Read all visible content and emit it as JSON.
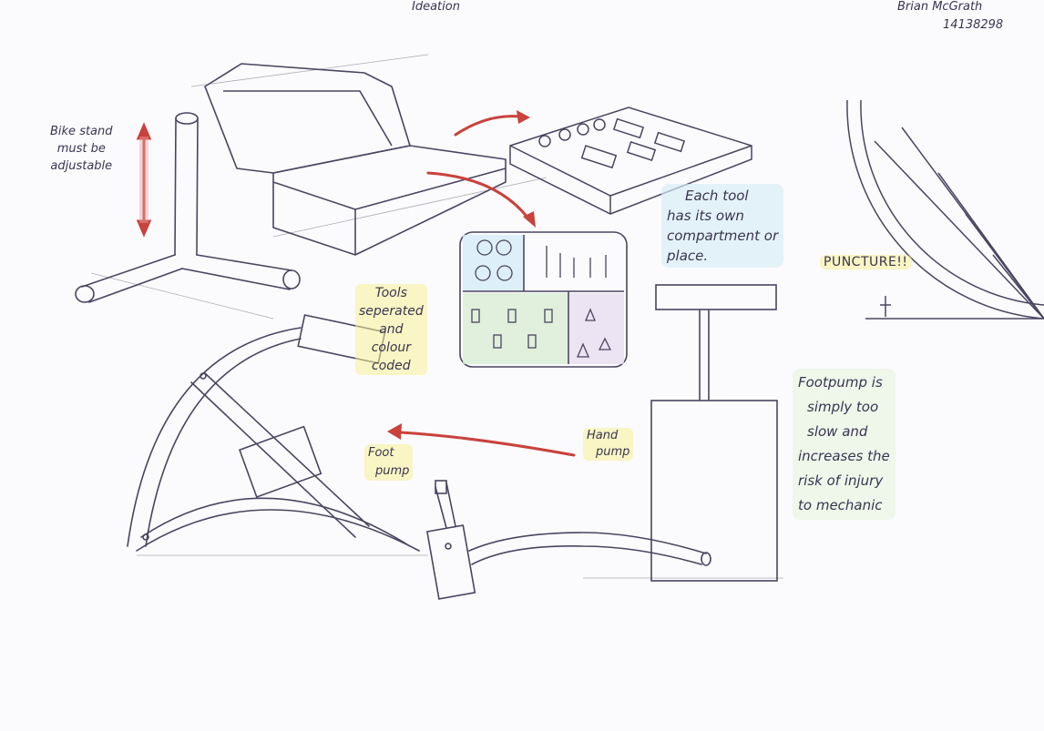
{
  "header": {
    "title": "Ideation",
    "author_name": "Brian McGrath",
    "author_id": "14138298"
  },
  "notes": {
    "bike_stand": [
      "Bike stand",
      "must be",
      "adjustable"
    ],
    "each_tool": [
      "Each tool",
      "has its own",
      "compartment or",
      "place."
    ],
    "puncture": "PUNCTURE!!",
    "tools_separated": [
      "Tools",
      "seperated",
      "and",
      "colour",
      "coded"
    ],
    "hand_pump": [
      "Hand",
      "pump"
    ],
    "foot_pump": [
      "Foot",
      "pump"
    ],
    "footpump_slow": [
      "Footpump is",
      "simply too",
      "slow and",
      "increases the",
      "risk of injury",
      "to mechanic"
    ]
  },
  "colors": {
    "ink": "#3a3550",
    "pencil": "#8a8a99",
    "arrow_red": "#c9423c",
    "highlight_yellow": "#f7f196",
    "highlight_blue": "#d6ecf6",
    "highlight_green": "#e4f4da",
    "marker_pink": "#e8a4a4"
  }
}
